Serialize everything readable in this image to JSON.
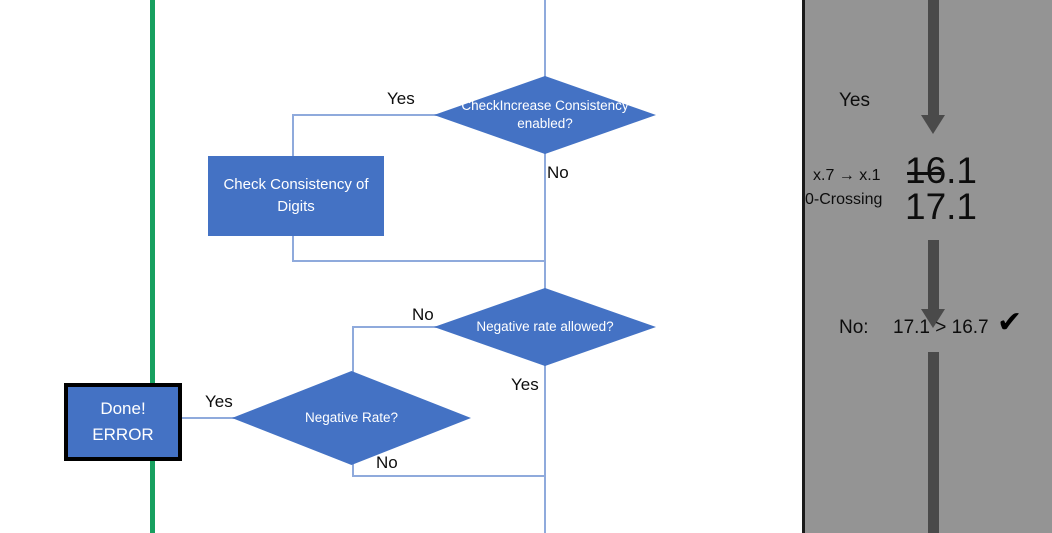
{
  "flowchart": {
    "nodes": {
      "check_increase_diamond": "CheckIncrease Consistency enabled?",
      "check_consistency_box": "Check Consistency of Digits",
      "negative_rate_allowed_diamond": "Negative rate allowed?",
      "negative_rate_diamond": "Negative Rate?",
      "done_error_box": "Done! ERROR"
    },
    "edge_labels": {
      "check_increase_yes": "Yes",
      "check_increase_no": "No",
      "neg_allowed_no": "No",
      "neg_allowed_yes": "Yes",
      "neg_rate_yes": "Yes",
      "neg_rate_no": "No"
    }
  },
  "panel": {
    "yes_label": "Yes",
    "annotation_line1": "x.7 → x.1",
    "annotation_line2": "0-Crossing",
    "value_struck": "16.1",
    "value_struck_prefix": "1",
    "value_struck_digit": "6",
    "value_struck_suffix": ".1",
    "value_second": "17.1",
    "comparison_label": "No:",
    "comparison_text": "17.1 > 16.7",
    "check_glyph": "✔"
  },
  "colors": {
    "accent_blue": "#4472C4",
    "connector_blue": "#8FAADC",
    "green_line": "#17A05F",
    "panel_gray": "#949494",
    "arrow_gray": "#4A4A4A"
  }
}
